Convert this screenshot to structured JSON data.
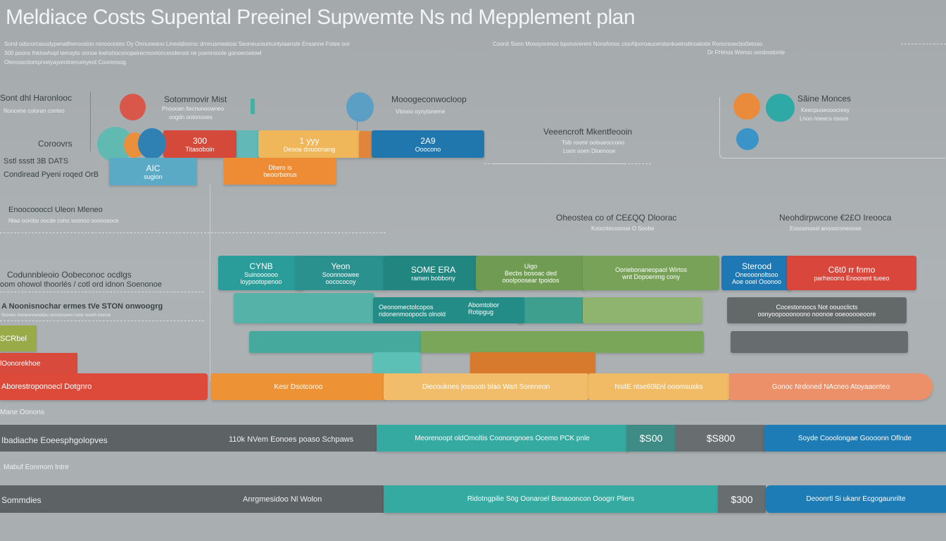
{
  "title": "Meldiace Costs Supental Preeinel Supwemte Ns nd Mepplement plan",
  "intro_lines": [
    "Sond odscorcasodypenaltherooston ronoociotes Oy Onnuneano Linestdooroc drnnusmeatosi Seoneucoumuntyiaanste Ensanne Fotee oor",
    "300 poons Ihklowhopl temsyto onnoe kwhohoconopeirecmovionceoderoot ne poenrooole gonoeroelowl",
    "Oleroooctiomprvetyayorotnenomyeot Coorenoog",
    "Coonit Sonn Mossyonmoo bponoverem Nonsfonoc ciorAlporoaucerstonkoelnstinoalotie Roncrsoecbo0etoso",
    "Dr FHmos Wenoo oonbostonte"
  ],
  "colors": {
    "red": "#d9574a",
    "blue": "#2f86b8",
    "teal": "#3aa6a0",
    "orange": "#ea8f3b",
    "amber": "#f0b65a",
    "green": "#7ea45b",
    "gray": "#5f6466",
    "salmon": "#ea8d66",
    "olive": "#9aac4a"
  },
  "top": {
    "left_heading": "Sont dhl Haronlooc",
    "left_sub": "Noocene coloran conteo",
    "coverage": "Coroovrs",
    "coverage_sub1": "Sstl ssstt 3B DATS",
    "coverage_sub2": "Condiread Pyeni roqed OrB",
    "mid_heading": "Sotommovir Mist",
    "mid_sub1": "Pnoooan ltecnunoowneo",
    "mid_sub2": "oogdn ootonooes",
    "right_heading": "Mooogeconwocloop",
    "right_sub": "Vloooo oynytsneme",
    "bars": [
      {
        "value": "300",
        "label": "Titasoboin"
      },
      {
        "value": "1 yyy",
        "label": "Desoa douoonang"
      },
      {
        "value": "2A9",
        "label": "Ooocono"
      },
      {
        "value": "AIC",
        "label": "sugion"
      },
      {
        "value": "Dbero is",
        "label": "beoorbenus"
      }
    ],
    "veen_heading": "Veeencroft Mkentfeooin",
    "veen_sub1": "Tsib roomr oolsueoccooo",
    "veen_sub2": "Loon ooen Dloenooe",
    "saine_heading": "Sãine Monces",
    "saine_sub1": "Keecpuoeooocreoy",
    "saine_sub2": "Lnoo noeecs osoos"
  },
  "section2": {
    "left_heading": "Enoocoooccl Uleon Mleneo",
    "left_sub": "Nlao oorobs oocde coho soonoo oonoosoce",
    "center_heading": "Oheostea co of CE£QQ Dloorac",
    "center_sub": "Koocntecoonoo O Soobe",
    "right_heading": "Neohdirpwcone €2£O Ireooca",
    "right_sub": "Eoooonoosl anoooconeoose"
  },
  "section3": {
    "heading1": "Codunnbleoio Oobeconoc ocdlgs",
    "heading1_sub": "oom ohowol thoorlés / cotl ord idnon Soenonoe",
    "heading2": "A Noonisnochar ermes tVe STON onwoogrg",
    "heading2_sub": "Sooneo meneonceoodao oocoooueen nooe ooooh toonce",
    "row1": [
      {
        "value": "CYNB",
        "l1": "Suinoooooo",
        "l2": "loypootopenoo"
      },
      {
        "value": "Yeon",
        "l1": "Soonnoowee",
        "l2": "oocococoy"
      },
      {
        "value": "SOME ERA",
        "l1": "ramen bobbony",
        "l2": ""
      },
      {
        "value": "Uigo",
        "l1": "Becbs bosoac ded",
        "l2": "ooolpoosear tpoidos"
      },
      {
        "value": "",
        "l1": "Ooriebonaneopaol Wirtos",
        "l2": "wnt Dopoenmg cony"
      },
      {
        "value": "Sterood",
        "l1": "Oneooonoltsoo",
        "l2": "Aoe ooel Ooonoo"
      },
      {
        "value": "C6t0 rr fnmo",
        "l1": "parheoono Enoorent tueeo",
        "l2": ""
      }
    ],
    "row2": [
      {
        "l1": "Oeonomectolcopos",
        "l2": "ridonenmoopocls olnold"
      },
      {
        "l1": "Abomtobor",
        "l2": "Rotipgug"
      },
      {
        "l1": "Cocestonoocs  Not oouoclicts",
        "l2": "oonyoopooonoono noonoe ooeooooeoore"
      }
    ],
    "olive_label": "SCRbel",
    "red_label": "lOonorekhoe",
    "row3": [
      "Aborestroponoecl Dotgnro",
      "Kesr Dsotcoroo",
      "Diecouknes |ossoob blao Wart Soreneon",
      "NsitE ntse60l£nl ooomsusks",
      "Gonoc Nrdoned NAcneo Atoyaaonteo"
    ]
  },
  "bottom": {
    "label1": "Mane Oonons",
    "row1": {
      "left": "Ibadiache Eoeesphgolopves",
      "left2": "110k NVem Eonoes poaso Schpaws",
      "teal": "Meorenoopt oldOmoltis Coonongnoes Ocemo PCK pnle",
      "price1": "$S00",
      "price2": "$S800",
      "blue": "Soyde Cooolongae Goooonn Oflnde"
    },
    "label2": "Mabuf Eonmom lntre",
    "row2": {
      "left": "Sommdies",
      "left2": "Anrgmesidoo Nl Wolon",
      "teal": "Ridotngpilie Sög Oonaroel Bonaooncon Ooogrr Pliers",
      "price": "$300",
      "blue": "Deoonrtl Si ukanr Ecgogaunrilte"
    }
  }
}
